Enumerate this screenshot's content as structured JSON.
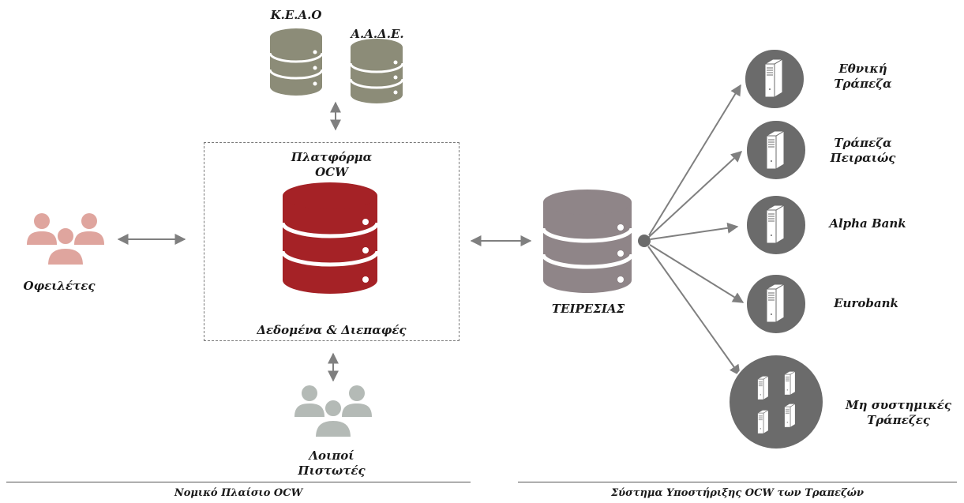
{
  "sources": {
    "keao": "Κ.Ε.Α.Ο",
    "aade": "Α.Α.Δ.Ε."
  },
  "platform": {
    "title_line1": "Πλατφόρμα",
    "title_line2": "OCW",
    "caption": "Δεδομένα & Διεπαφές"
  },
  "actors": {
    "debtors": "Οφειλέτες",
    "other_creditors_line1": "Λοιποί",
    "other_creditors_line2": "Πιστωτές"
  },
  "hub": {
    "label": "ΤΕΙΡΕΣΙΑΣ"
  },
  "banks": [
    {
      "line1": "Εθνική",
      "line2": "Τράπεζα"
    },
    {
      "line1": "Τράπεζα",
      "line2": "Πειραιώς"
    },
    {
      "line1": "Alpha Bank",
      "line2": ""
    },
    {
      "line1": "Eurobank",
      "line2": ""
    },
    {
      "line1": "Μη συστημικές",
      "line2": "Τράπεζες"
    }
  ],
  "footer": {
    "left": "Νομικό Πλαίσιο OCW",
    "right": "Σύστημα Υποστήριξης OCW των Τραπεζών"
  },
  "colors": {
    "platform_db": "#a52226",
    "hub_db": "#8f8588",
    "source_db": "#8c8c78",
    "debtors": "#dfa59e",
    "creditors": "#b4bab6",
    "bank_circle": "#6b6b6b",
    "arrow": "#7f7f7f"
  }
}
